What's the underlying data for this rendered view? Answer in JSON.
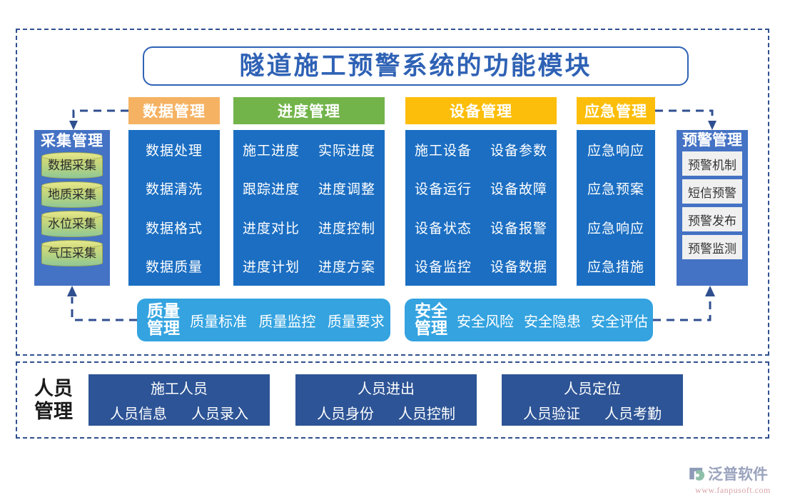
{
  "title": "隧道施工预警系统的功能模块",
  "colors": {
    "accent_blue": "#2f62b5",
    "panel_blue": "#1b6ec2",
    "side_blue": "#4472c4",
    "strip_blue": "#34a3e0",
    "personnel_blue": "#2d5496",
    "header_data": "#f5b263",
    "header_progress": "#72b44a",
    "header_device": "#fcbe0a",
    "header_emergency": "#fcbe0a",
    "dashed_border": "#2f4f8f"
  },
  "collection": {
    "title": "采集管理",
    "items": [
      "数据采集",
      "地质采集",
      "水位采集",
      "气压采集"
    ]
  },
  "categories": [
    {
      "key": "data",
      "header": "数据管理",
      "columns": 1,
      "items": [
        "数据处理",
        "数据清洗",
        "数据格式",
        "数据质量"
      ]
    },
    {
      "key": "progress",
      "header": "进度管理",
      "columns": 2,
      "items": [
        "施工进度",
        "实际进度",
        "跟踪进度",
        "进度调整",
        "进度对比",
        "进度控制",
        "进度计划",
        "进度方案"
      ]
    },
    {
      "key": "device",
      "header": "设备管理",
      "columns": 2,
      "items": [
        "施工设备",
        "设备参数",
        "设备运行",
        "设备故障",
        "设备状态",
        "设备报警",
        "设备监控",
        "设备数据"
      ]
    },
    {
      "key": "emergency",
      "header": "应急管理",
      "columns": 1,
      "items": [
        "应急响应",
        "应急预案",
        "应急响应",
        "应急措施"
      ]
    }
  ],
  "warning": {
    "title": "预警管理",
    "items": [
      "预警机制",
      "短信预警",
      "预警发布",
      "预警监测"
    ]
  },
  "strips": [
    {
      "key": "quality",
      "title": "质量\n管理",
      "items": [
        "质量标准",
        "质量监控",
        "质量要求"
      ]
    },
    {
      "key": "safety",
      "title": "安全\n管理",
      "items": [
        "安全风险",
        "安全隐患",
        "安全评估"
      ]
    }
  ],
  "personnel": {
    "title": "人员\n管理",
    "groups": [
      {
        "header": "施工人员",
        "items": [
          "人员信息",
          "人员录入"
        ]
      },
      {
        "header": "人员进出",
        "items": [
          "人员身份",
          "人员控制"
        ]
      },
      {
        "header": "人员定位",
        "items": [
          "人员验证",
          "人员考勤"
        ]
      }
    ]
  },
  "logo": {
    "name": "泛普软件",
    "url": "www.fanpusoft.com"
  }
}
